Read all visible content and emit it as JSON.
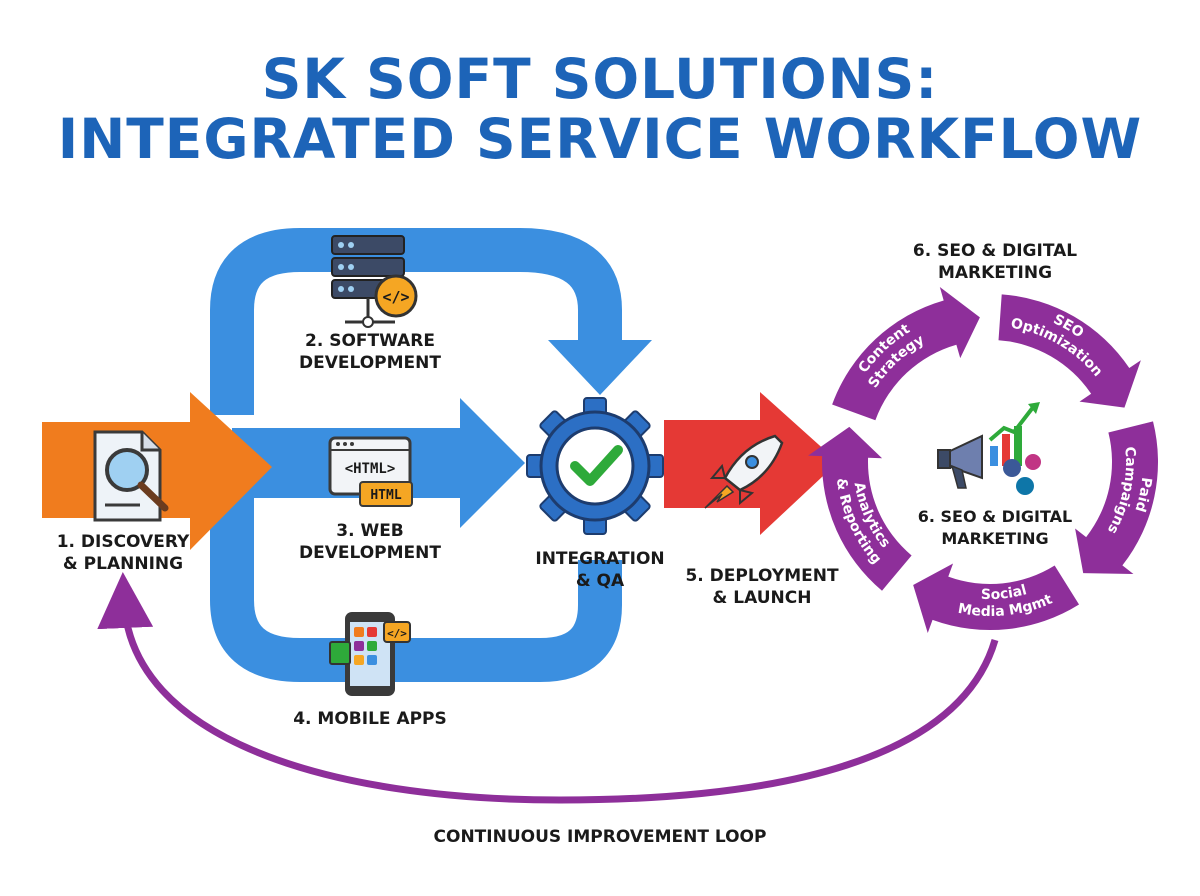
{
  "title": {
    "line1": "SK SOFT SOLUTIONS:",
    "line2": "INTEGRATED SERVICE WORKFLOW"
  },
  "steps": {
    "discovery": "1. DISCOVERY\n& PLANNING",
    "software": "2. SOFTWARE\nDEVELOPMENT",
    "web": "3. WEB\nDEVELOPMENT",
    "mobile": "4. MOBILE APPS",
    "integration": "INTEGRATION\n& QA",
    "deployment": "5. DEPLOYMENT\n& LAUNCH",
    "seo_top": "6. SEO & DIGITAL\nMARKETING",
    "seo_center": "6. SEO & DIGITAL\nMARKETING"
  },
  "icons": {
    "html_tag": "<HTML>",
    "html_badge": "HTML",
    "code_glyph": "</>"
  },
  "cycle": {
    "content_strategy": [
      "Content",
      "Strategy"
    ],
    "seo_optimization": [
      "SEO",
      "Optimization"
    ],
    "paid_campaigns": [
      "Paid",
      "Campaigns"
    ],
    "social_media": [
      "Social",
      "Media Mgmt"
    ],
    "analytics": [
      "Analytics",
      "& Reporting"
    ]
  },
  "footer": "CONTINUOUS IMPROVEMENT LOOP",
  "colors": {
    "title_blue": "#1d64b8",
    "flow_blue": "#3b8fe0",
    "discovery_orange": "#f07c1e",
    "deploy_red": "#e53935",
    "cycle_purple": "#8e2f9a",
    "gear_blue": "#2c6fc4",
    "check_green": "#2eaa3a"
  }
}
